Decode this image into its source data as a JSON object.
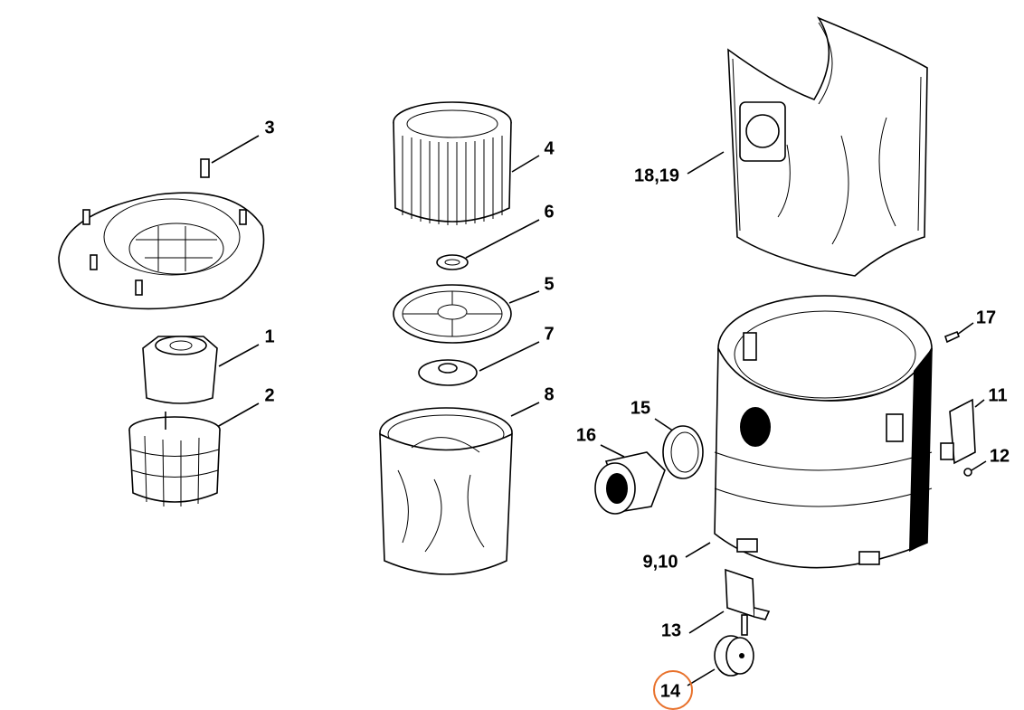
{
  "diagram": {
    "highlight_color": "#e8712b",
    "highlighted_part": "14",
    "parts": [
      {
        "id": "p3",
        "label": "3"
      },
      {
        "id": "p4",
        "label": "4"
      },
      {
        "id": "p6",
        "label": "6"
      },
      {
        "id": "p5",
        "label": "5"
      },
      {
        "id": "p7",
        "label": "7"
      },
      {
        "id": "p8",
        "label": "8"
      },
      {
        "id": "p1",
        "label": "1"
      },
      {
        "id": "p2",
        "label": "2"
      },
      {
        "id": "p18",
        "label": "18,19"
      },
      {
        "id": "p17",
        "label": "17"
      },
      {
        "id": "p11",
        "label": "11"
      },
      {
        "id": "p12",
        "label": "12"
      },
      {
        "id": "p15",
        "label": "15"
      },
      {
        "id": "p16",
        "label": "16"
      },
      {
        "id": "p9",
        "label": "9,10"
      },
      {
        "id": "p13",
        "label": "13"
      },
      {
        "id": "p14",
        "label": "14"
      }
    ]
  }
}
